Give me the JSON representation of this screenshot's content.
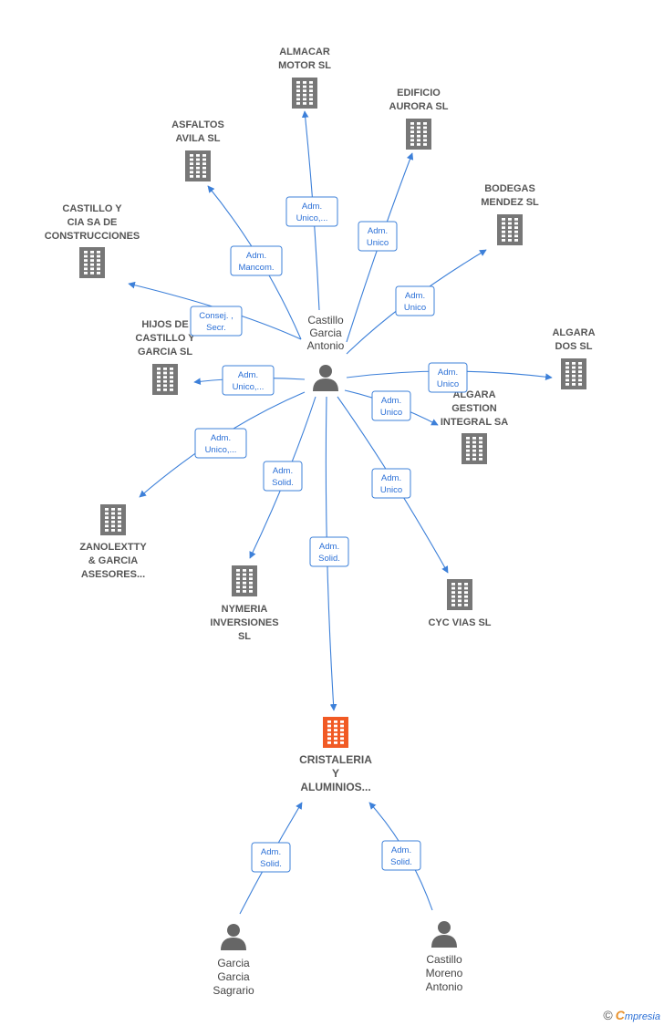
{
  "colors": {
    "edge": "#3d80d9",
    "building": "#777777",
    "building_main": "#f15a24",
    "person": "#666666",
    "label_border": "#3d80d9"
  },
  "center": {
    "name_lines": [
      "Castillo",
      "Garcia",
      "Antonio"
    ]
  },
  "companies": [
    {
      "id": "almacar",
      "lines": [
        "ALMACAR",
        "MOTOR  SL"
      ]
    },
    {
      "id": "edificio",
      "lines": [
        "EDIFICIO",
        "AURORA SL"
      ]
    },
    {
      "id": "asfaltos",
      "lines": [
        "ASFALTOS",
        "AVILA  SL"
      ]
    },
    {
      "id": "bodegas",
      "lines": [
        "BODEGAS",
        "MENDEZ SL"
      ]
    },
    {
      "id": "castillo-cia",
      "lines": [
        "CASTILLO Y",
        "CIA SA DE",
        "CONSTRUCCIONES"
      ]
    },
    {
      "id": "algara-dos",
      "lines": [
        "ALGARA",
        "DOS SL"
      ]
    },
    {
      "id": "hijos",
      "lines": [
        "HIJOS DE",
        "CASTILLO Y",
        "GARCIA  SL"
      ]
    },
    {
      "id": "algara-gestion",
      "lines": [
        "ALGARA",
        "GESTION",
        "INTEGRAL SA"
      ]
    },
    {
      "id": "zanolextty",
      "lines": [
        "ZANOLEXTTY",
        "& GARCIA",
        "ASESORES..."
      ]
    },
    {
      "id": "nymeria",
      "lines": [
        "NYMERIA",
        "INVERSIONES",
        "SL"
      ]
    },
    {
      "id": "cyc",
      "lines": [
        "CYC VIAS SL"
      ]
    },
    {
      "id": "cristaleria",
      "lines": [
        "CRISTALERIA",
        "Y",
        "ALUMINIOS..."
      ],
      "main": true
    }
  ],
  "persons": [
    {
      "id": "garcia-sagrario",
      "lines": [
        "Garcia",
        "Garcia",
        "Sagrario"
      ]
    },
    {
      "id": "castillo-moreno",
      "lines": [
        "Castillo",
        "Moreno",
        "Antonio"
      ]
    }
  ],
  "relations": [
    {
      "to": "almacar",
      "lines": [
        "Adm.",
        "Unico,..."
      ]
    },
    {
      "to": "edificio",
      "lines": [
        "Adm.",
        "Unico"
      ]
    },
    {
      "to": "asfaltos",
      "lines": [
        "Adm.",
        "Mancom."
      ]
    },
    {
      "to": "bodegas",
      "lines": [
        "Adm.",
        "Unico"
      ]
    },
    {
      "to": "castillo-cia",
      "lines": [
        "Consej. ,",
        "Secr."
      ]
    },
    {
      "to": "algara-dos",
      "lines": [
        "Adm.",
        "Unico"
      ]
    },
    {
      "to": "hijos",
      "lines": [
        "Adm.",
        "Unico,..."
      ]
    },
    {
      "to": "algara-gestion",
      "lines": [
        "Adm.",
        "Unico"
      ]
    },
    {
      "to": "zanolextty",
      "lines": [
        "Adm.",
        "Unico,..."
      ]
    },
    {
      "to": "nymeria",
      "lines": [
        "Adm.",
        "Solid."
      ]
    },
    {
      "to": "cyc",
      "lines": [
        "Adm.",
        "Unico"
      ]
    },
    {
      "to": "cristaleria",
      "lines": [
        "Adm.",
        "Solid."
      ]
    },
    {
      "from": "garcia-sagrario",
      "to": "cristaleria",
      "lines": [
        "Adm.",
        "Solid."
      ]
    },
    {
      "from": "castillo-moreno",
      "to": "cristaleria",
      "lines": [
        "Adm.",
        "Solid."
      ]
    }
  ],
  "footer": {
    "copyright": "©",
    "brand_first": "C",
    "brand_rest": "mpresia"
  }
}
